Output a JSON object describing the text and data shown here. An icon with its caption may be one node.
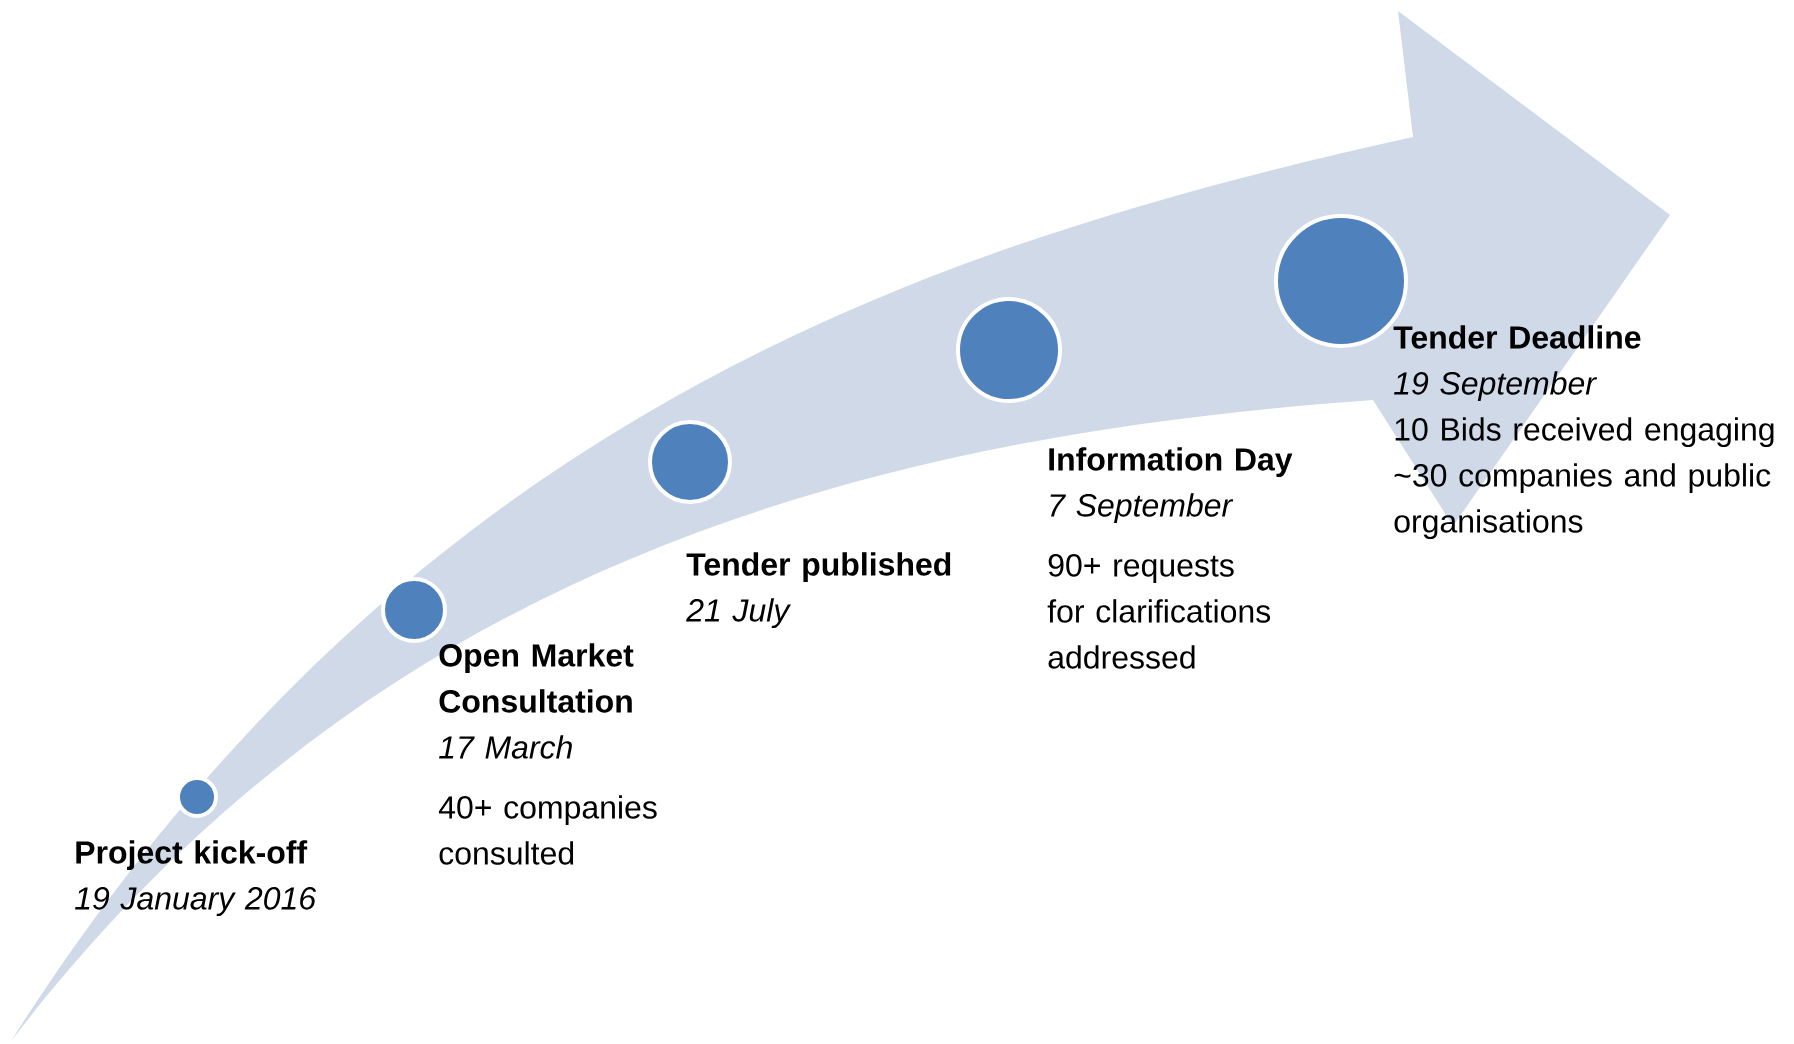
{
  "diagram": {
    "nodes": [
      {
        "text": [
          "Project kick-off",
          "19 January 2016"
        ]
      },
      {
        "text": [
          "Open Market Consultation",
          "17 March",
          "40+ companies consulted"
        ]
      },
      {
        "text": [
          "Tender published",
          "21 July"
        ]
      },
      {
        "text": [
          "Information Day",
          "7 September",
          "90+ requests for clarifications addressed"
        ]
      },
      {
        "text": [
          "Tender Deadline",
          "19 September",
          "10 Bids received engaging ~30 companies and public organisations"
        ]
      }
    ]
  }
}
